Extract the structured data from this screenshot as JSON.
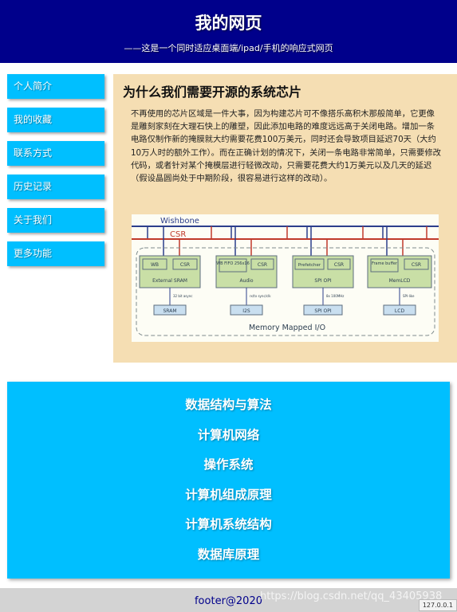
{
  "header": {
    "title": "我的网页",
    "subtitle": "——这是一个同时适应桌面端/ipad/手机的响应式网页"
  },
  "nav": {
    "items": [
      {
        "label": "个人简介"
      },
      {
        "label": "我的收藏"
      },
      {
        "label": "联系方式"
      },
      {
        "label": "历史记录"
      },
      {
        "label": "关于我们"
      },
      {
        "label": "更多功能"
      }
    ]
  },
  "article": {
    "title": "为什么我们需要开源的系统芯片",
    "body": "不再使用的芯片区域是一件大事，因为构建芯片可不像搭乐高积木那般简单，它更像是雕刻家刻在大理石快上的雕塑，因此添加电路的难度远远高于关闭电路。增加一条电路仅制作新的掩膜就大约需要花费100万美元，同时还会导致项目延迟70天（大约10万人时的额外工作）。而在正确计划的情况下，关闭一条电路非常简单，只需要修改代码，或者针对某个掩模层进行轻微改动，只需要花费大约1万美元以及几天的延迟（假设晶圆尚处于中期阶段，很容易进行这样的改动）。"
  },
  "diagram": {
    "bus_top": "Wishbone",
    "bus_csr": "CSR",
    "blocks": [
      {
        "left": "WB",
        "right": "CSR",
        "name": "External SRAM",
        "link": "32 bit\nasync",
        "ext": "SRAM"
      },
      {
        "left": "WB FIFO\n256x16",
        "right": "CSR",
        "name": "Audio",
        "link": "rx/tx\nsync/clk",
        "ext": "I2S"
      },
      {
        "left": "Prefetcher",
        "right": "CSR",
        "name": "SPI OPI",
        "link": "8x 100MHz",
        "ext": "SPI OPI"
      },
      {
        "left": "Frame\nbuffer",
        "right": "CSR",
        "name": "MemLCD",
        "link": "SPI-like",
        "ext": "LCD"
      }
    ],
    "region_label": "Memory Mapped I/O"
  },
  "topics": {
    "items": [
      {
        "label": "数据结构与算法"
      },
      {
        "label": "计算机网络"
      },
      {
        "label": "操作系统"
      },
      {
        "label": "计算机组成原理"
      },
      {
        "label": "计算机系统结构"
      },
      {
        "label": "数据库原理"
      }
    ]
  },
  "footer": {
    "text": "footer@2020",
    "watermark": "https://blog.csdn.net/qq_43405938",
    "version": "127.0.0.1"
  },
  "colors": {
    "header_bg": "#00008b",
    "accent": "#00bfff",
    "article_bg": "#f5deb3",
    "footer_bg": "#d3d3d3"
  }
}
